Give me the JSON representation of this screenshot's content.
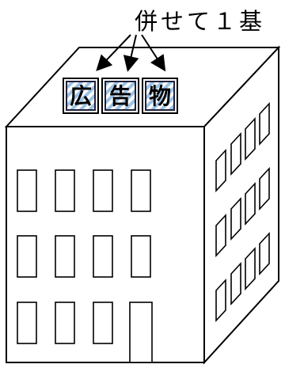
{
  "annotation": {
    "text": "併せて１基"
  },
  "signs": [
    {
      "char": "広"
    },
    {
      "char": "告"
    },
    {
      "char": "物"
    }
  ],
  "colors": {
    "line": "#000000",
    "sign_stripe": "#9cc3e6",
    "sign_frame": "#1f1f3a",
    "sign_panel": "#ffffff"
  }
}
